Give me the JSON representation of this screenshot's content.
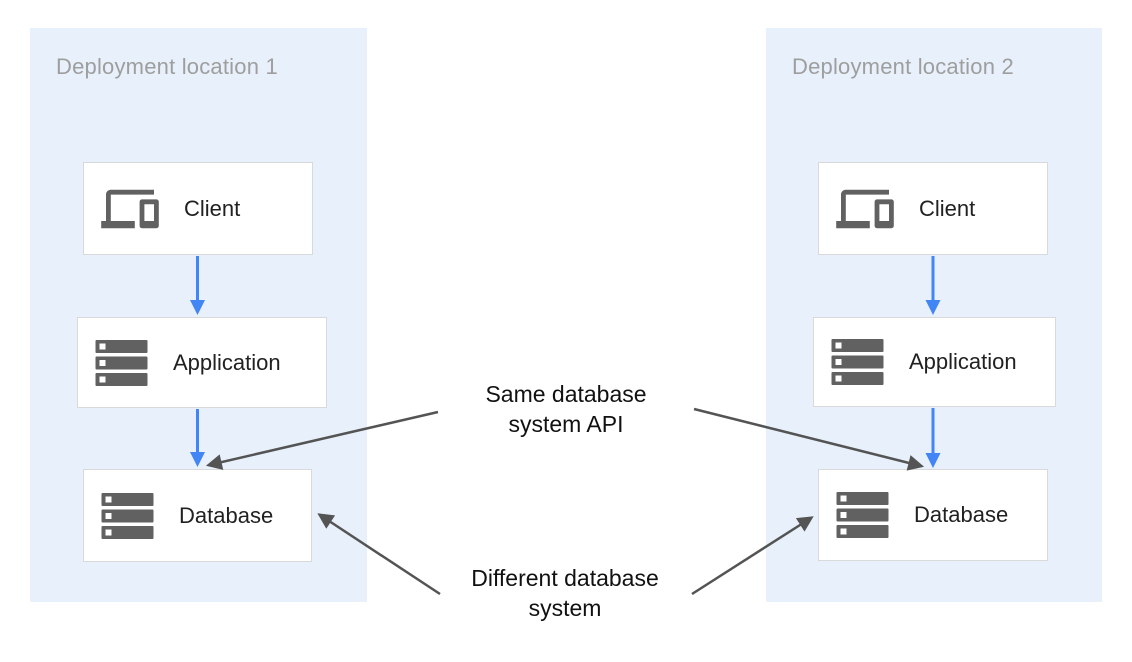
{
  "colors": {
    "panel_bg": "#e8f1fb",
    "box_bg": "#ffffff",
    "box_border": "#d9d9d9",
    "box_label": "#212121",
    "panel_title": "#9e9e9e",
    "icon_gray": "#616161",
    "arrow_blue": "#4285f4",
    "arrow_dark": "#545454",
    "annotation_text": "#111111"
  },
  "panels": [
    {
      "title": "Deployment location 1",
      "boxes": [
        {
          "label": "Client",
          "icon": "devices-icon"
        },
        {
          "label": "Application",
          "icon": "server-stack-icon"
        },
        {
          "label": "Database",
          "icon": "server-stack-icon"
        }
      ]
    },
    {
      "title": "Deployment location 2",
      "boxes": [
        {
          "label": "Client",
          "icon": "devices-icon"
        },
        {
          "label": "Application",
          "icon": "server-stack-icon"
        },
        {
          "label": "Database",
          "icon": "server-stack-icon"
        }
      ]
    }
  ],
  "annotations": [
    {
      "text": "Same database system API"
    },
    {
      "text": "Different database system"
    }
  ]
}
